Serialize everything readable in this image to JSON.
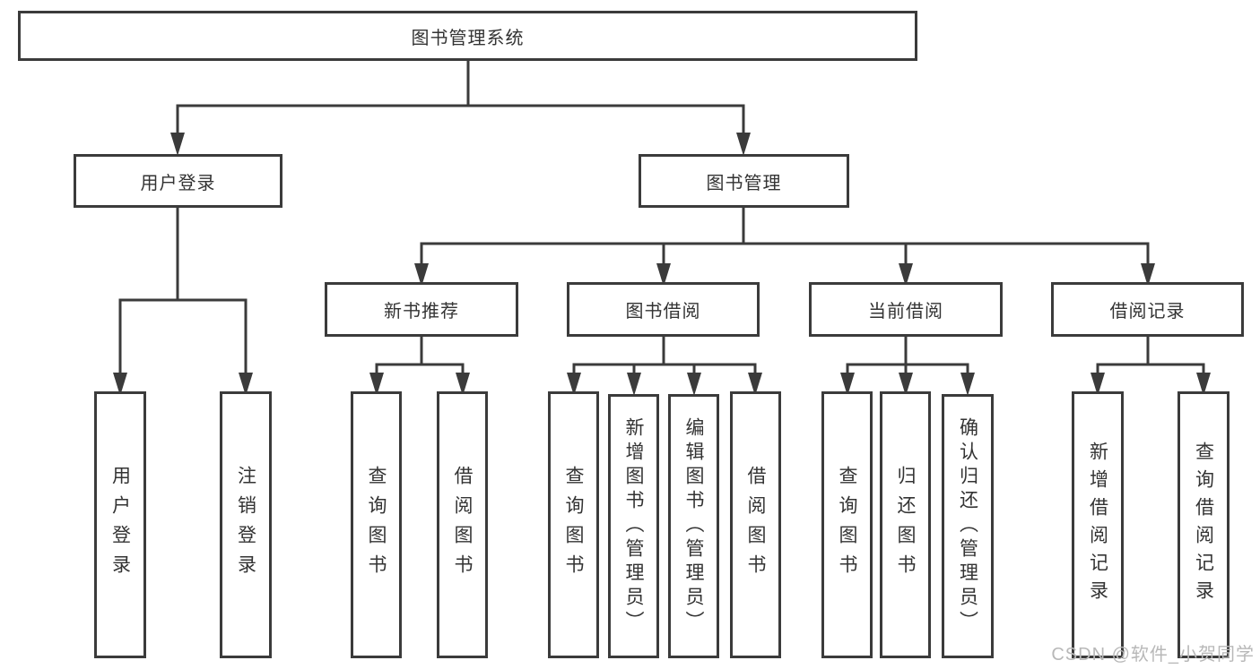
{
  "tree": {
    "label": "图书管理系统",
    "children": [
      {
        "label": "用户登录",
        "children": [
          {
            "label": "用户登录"
          },
          {
            "label": "注销登录"
          }
        ]
      },
      {
        "label": "图书管理",
        "children": [
          {
            "label": "新书推荐",
            "children": [
              {
                "label": "查询图书"
              },
              {
                "label": "借阅图书"
              }
            ]
          },
          {
            "label": "图书借阅",
            "children": [
              {
                "label": "查询图书"
              },
              {
                "label": "新增图书（管理员）"
              },
              {
                "label": "编辑图书（管理员）"
              },
              {
                "label": "借阅图书"
              }
            ]
          },
          {
            "label": "当前借阅",
            "children": [
              {
                "label": "查询图书"
              },
              {
                "label": "归还图书"
              },
              {
                "label": "确认归还（管理员）"
              }
            ]
          },
          {
            "label": "借阅记录",
            "children": [
              {
                "label": "新增借阅记录"
              },
              {
                "label": "查询借阅记录"
              }
            ]
          }
        ]
      }
    ]
  },
  "watermark": "CSDN @软件_小贺同学",
  "colors": {
    "line": "#3b3b3b",
    "box_border": "#3b3b3b",
    "text": "#333333",
    "watermark": "#b8b8b8",
    "background": "#ffffff"
  }
}
